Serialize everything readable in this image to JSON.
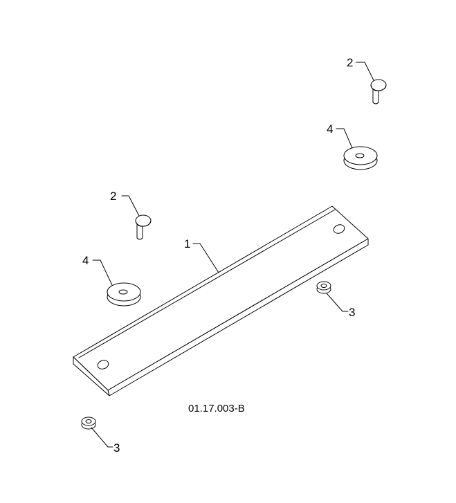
{
  "diagram": {
    "drawing_code": "01.17.003-B",
    "callouts": {
      "bar": "1",
      "bolt_top": "2",
      "bolt_left": "2",
      "nut_right": "3",
      "nut_bottom": "3",
      "washer_top": "4",
      "washer_left": "4"
    },
    "parts": [
      {
        "callout": "1",
        "icon": "flat-bar-icon"
      },
      {
        "callout": "2",
        "icon": "carriage-bolt-icon"
      },
      {
        "callout": "3",
        "icon": "lock-nut-icon"
      },
      {
        "callout": "4",
        "icon": "washer-icon"
      }
    ],
    "colors": {
      "line": "#000000",
      "background": "#ffffff"
    }
  }
}
